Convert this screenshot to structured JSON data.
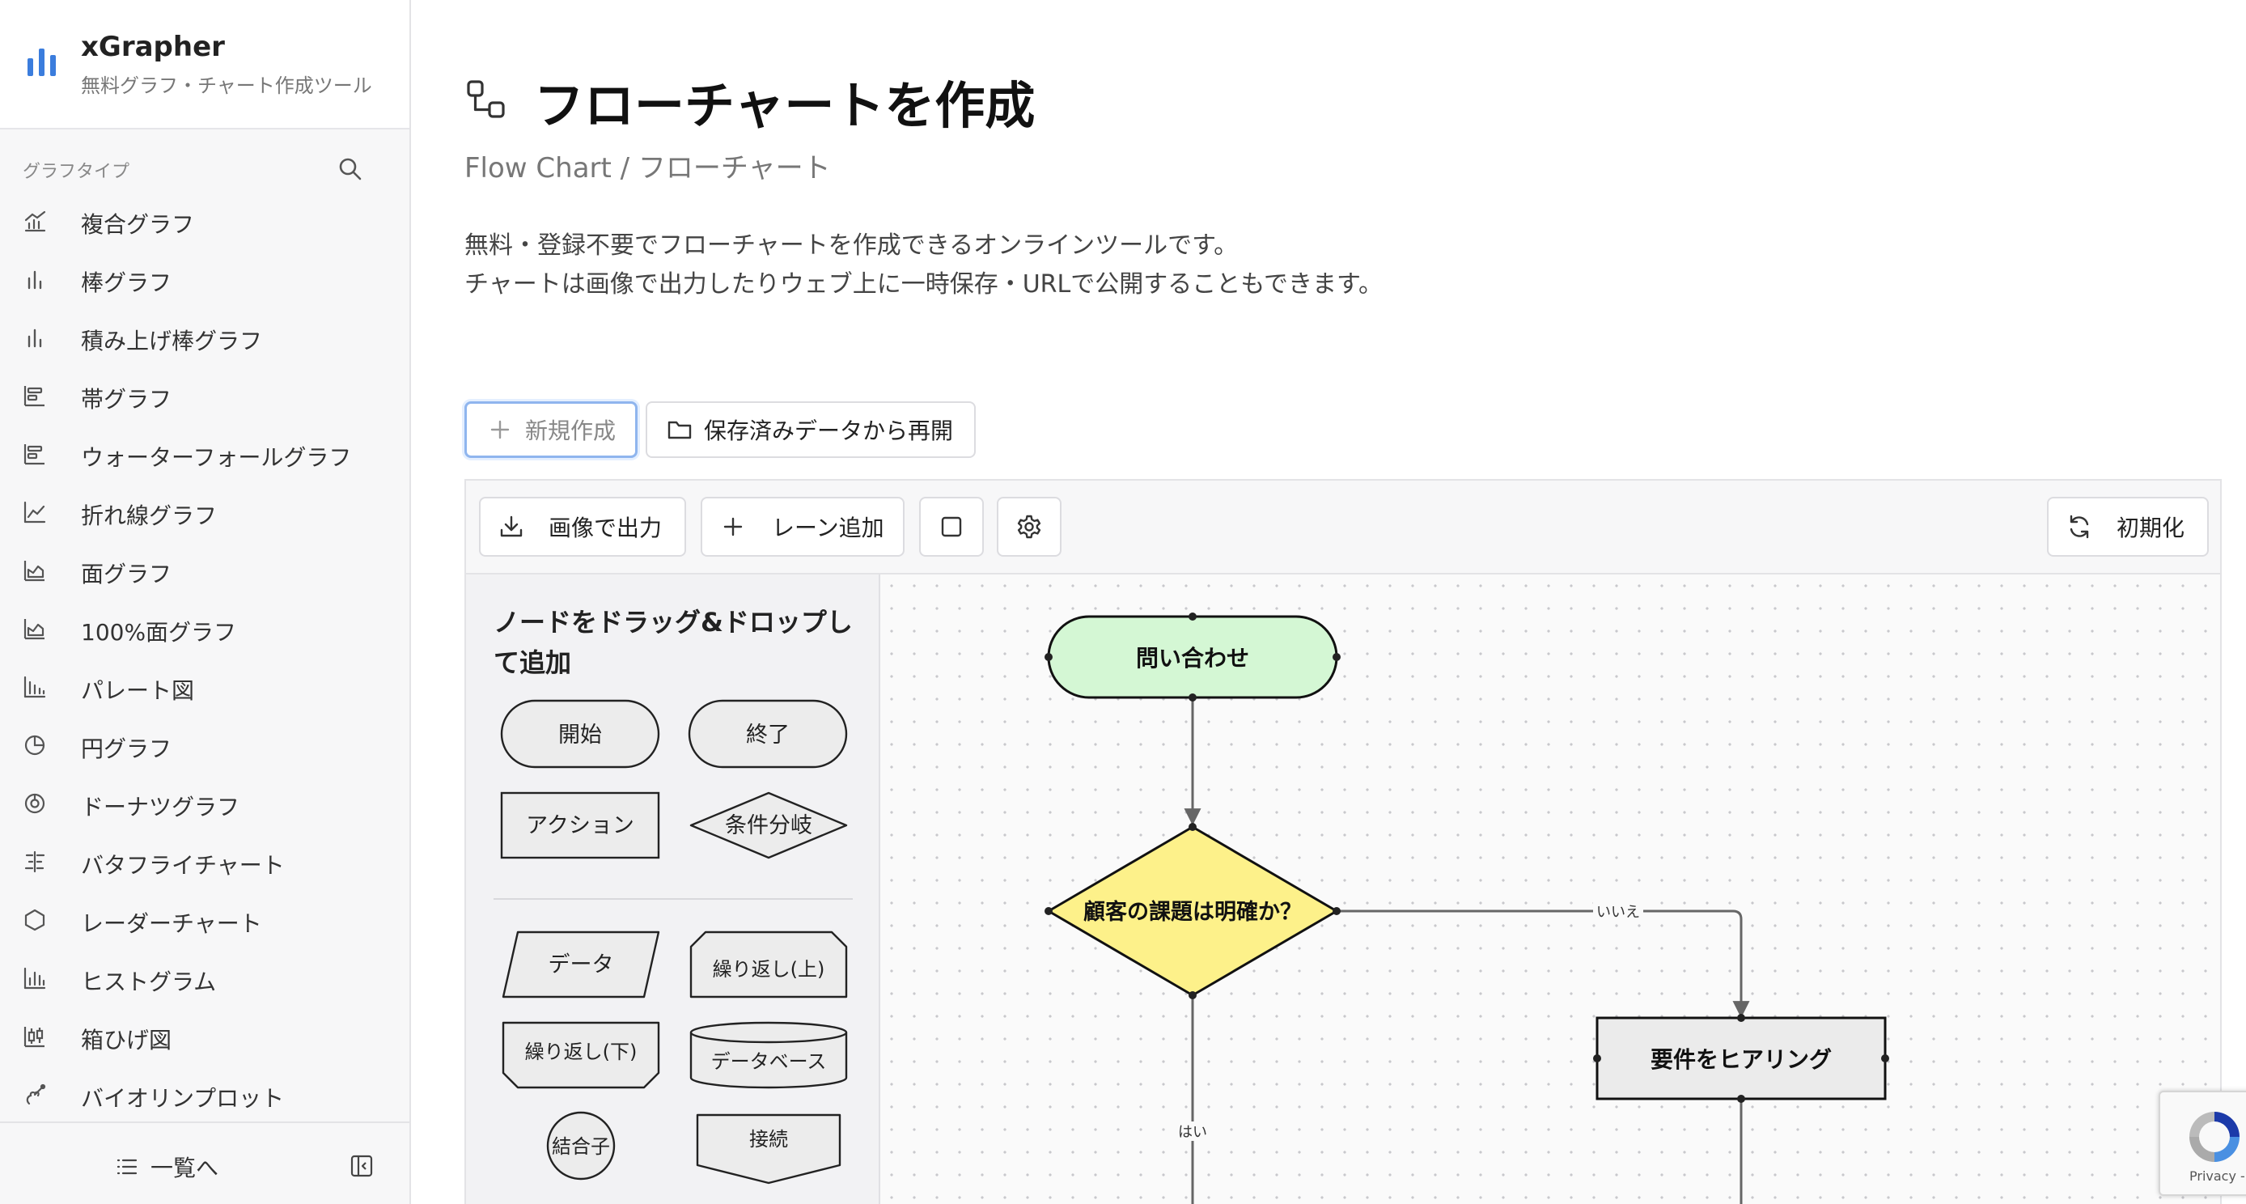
{
  "brand": {
    "title": "xGrapher",
    "subtitle": "無料グラフ・チャート作成ツール",
    "accent": "#3b7ddd"
  },
  "sidebar": {
    "section_label": "グラフタイプ",
    "items": [
      {
        "label": "複合グラフ",
        "icon": "combo-chart-icon"
      },
      {
        "label": "棒グラフ",
        "icon": "bar-chart-icon"
      },
      {
        "label": "積み上げ棒グラフ",
        "icon": "stacked-bar-chart-icon"
      },
      {
        "label": "帯グラフ",
        "icon": "horizontal-bar-chart-icon"
      },
      {
        "label": "ウォーターフォールグラフ",
        "icon": "waterfall-chart-icon"
      },
      {
        "label": "折れ線グラフ",
        "icon": "line-chart-icon"
      },
      {
        "label": "面グラフ",
        "icon": "area-chart-icon"
      },
      {
        "label": "100%面グラフ",
        "icon": "percent-area-chart-icon"
      },
      {
        "label": "パレート図",
        "icon": "pareto-chart-icon"
      },
      {
        "label": "円グラフ",
        "icon": "pie-chart-icon"
      },
      {
        "label": "ドーナツグラフ",
        "icon": "donut-chart-icon"
      },
      {
        "label": "バタフライチャート",
        "icon": "butterfly-chart-icon"
      },
      {
        "label": "レーダーチャート",
        "icon": "radar-chart-icon"
      },
      {
        "label": "ヒストグラム",
        "icon": "histogram-icon"
      },
      {
        "label": "箱ひげ図",
        "icon": "box-plot-icon"
      },
      {
        "label": "バイオリンプロット",
        "icon": "violin-plot-icon"
      }
    ],
    "footer_label": "一覧へ"
  },
  "main": {
    "title": "フローチャートを作成",
    "subtitle": "Flow Chart / フローチャート",
    "description_line1": "無料・登録不要でフローチャートを作成できるオンラインツールです。",
    "description_line2": "チャートは画像で出力したりウェブ上に一時保存・URLで公開することもできます。",
    "new_button": "新規作成",
    "resume_button": "保存済みデータから再開"
  },
  "toolbar": {
    "export": "画像で出力",
    "add_lane": "レーン追加",
    "reset": "初期化"
  },
  "palette": {
    "title": "ノードをドラッグ&ドロップして追加",
    "nodes": {
      "start": "開始",
      "end": "終了",
      "action": "アクション",
      "decision": "条件分岐",
      "data": "データ",
      "loop_top": "繰り返し(上)",
      "loop_bottom": "繰り返し(下)",
      "database": "データベース",
      "connector": "結合子",
      "offpage": "接続"
    }
  },
  "flowchart": {
    "nodes": {
      "inquiry": "問い合わせ",
      "decision": "顧客の課題は明確か？",
      "hearing": "要件をヒアリング"
    },
    "edges": {
      "no": "いいえ",
      "yes": "はい"
    },
    "colors": {
      "start_fill": "#d4f7d4",
      "decision_fill": "#fdf18a",
      "action_fill": "#ebebeb"
    }
  },
  "recaptcha": {
    "text": "Privacy - Terms"
  }
}
